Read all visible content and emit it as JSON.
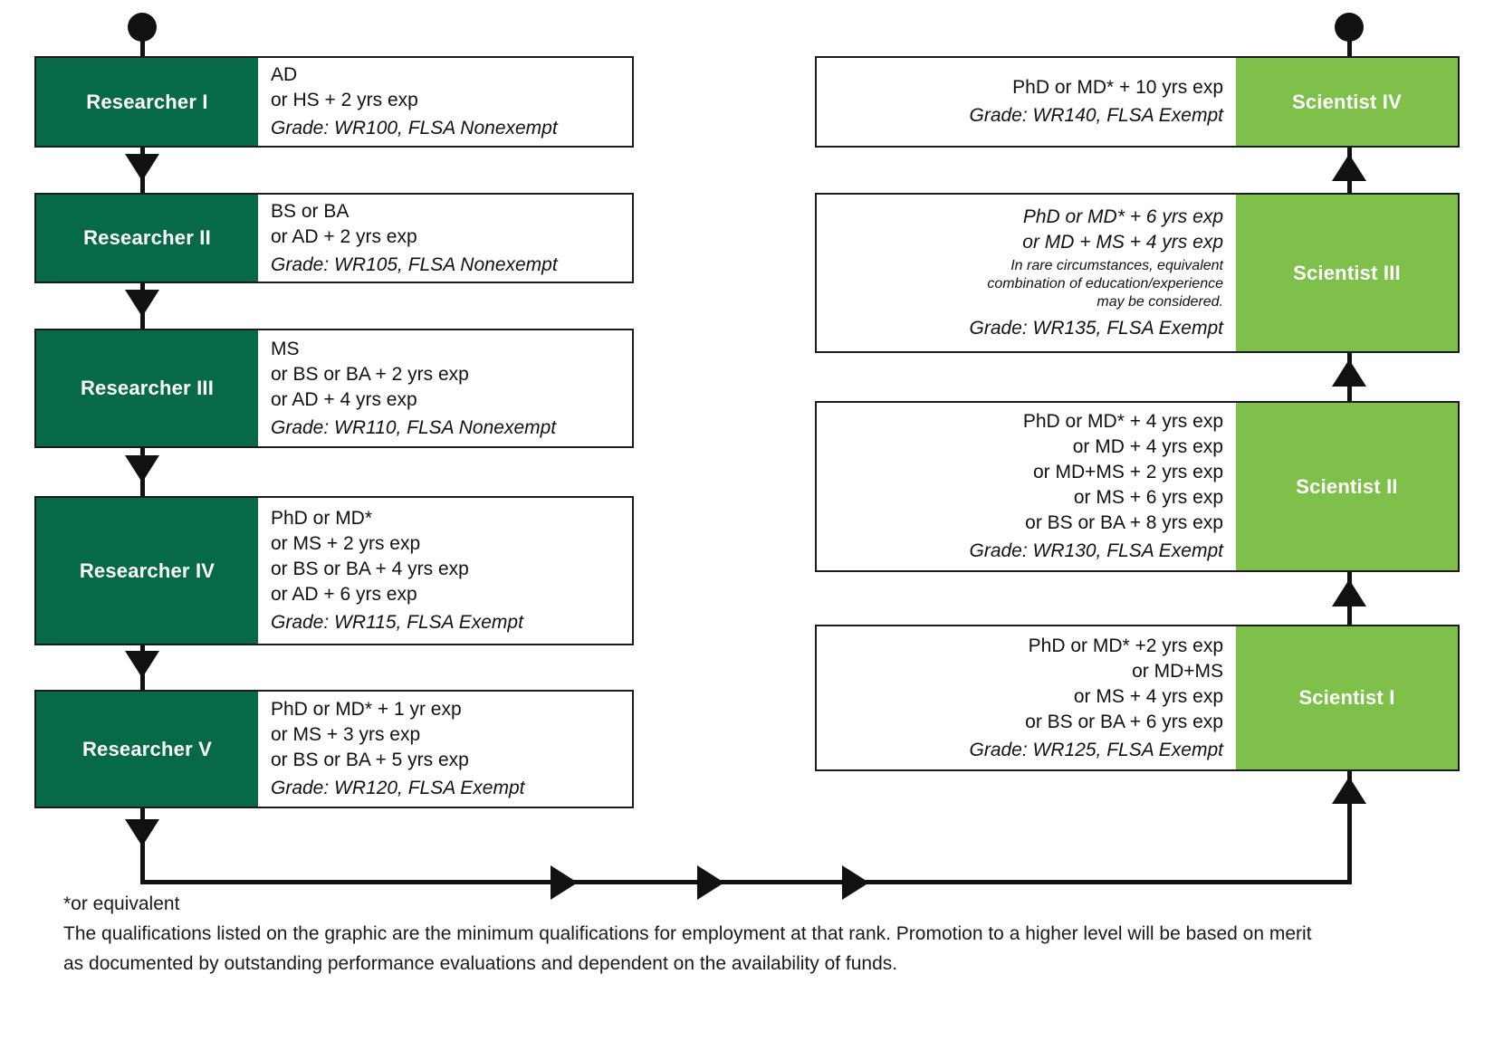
{
  "palette": {
    "researcher_green": "#066A46",
    "scientist_green": "#7FC04B",
    "line_ink": "#111111"
  },
  "researcher_track": [
    {
      "title": "Researcher I",
      "quals": [
        "AD",
        "or HS + 2 yrs exp"
      ],
      "grade": "Grade: WR100, FLSA Nonexempt"
    },
    {
      "title": "Researcher II",
      "quals": [
        "BS or BA",
        "or AD + 2 yrs exp"
      ],
      "grade": "Grade: WR105, FLSA Nonexempt"
    },
    {
      "title": "Researcher III",
      "quals": [
        "MS",
        "or BS or BA + 2 yrs exp",
        "or AD + 4 yrs exp"
      ],
      "grade": "Grade: WR110, FLSA Nonexempt"
    },
    {
      "title": "Researcher IV",
      "quals": [
        "PhD or MD*",
        "or MS + 2 yrs exp",
        "or BS or BA + 4 yrs exp",
        "or AD + 6 yrs exp"
      ],
      "grade": "Grade: WR115, FLSA Exempt"
    },
    {
      "title": "Researcher V",
      "quals": [
        "PhD or MD* + 1 yr exp",
        "or MS + 3 yrs exp",
        "or BS or BA + 5 yrs exp"
      ],
      "grade": "Grade: WR120, FLSA Exempt"
    }
  ],
  "scientist_track": [
    {
      "title": "Scientist IV",
      "quals": [
        "PhD or MD* + 10 yrs exp"
      ],
      "grade": "Grade: WR140, FLSA Exempt"
    },
    {
      "title": "Scientist III",
      "quals": [
        "PhD or MD* + 6 yrs exp",
        "or MD + MS + 4 yrs exp"
      ],
      "note": [
        "In rare circumstances, equivalent",
        "combination of education/experience",
        "may be considered."
      ],
      "grade": "Grade: WR135, FLSA Exempt"
    },
    {
      "title": "Scientist II",
      "quals": [
        "PhD or MD* + 4 yrs exp",
        "or MD + 4 yrs exp",
        "or MD+MS + 2 yrs exp",
        "or MS + 6 yrs exp",
        "or BS or BA + 8 yrs exp"
      ],
      "grade": "Grade: WR130, FLSA Exempt"
    },
    {
      "title": "Scientist I",
      "quals": [
        "PhD or MD* +2 yrs exp",
        "or MD+MS",
        "or MS + 4 yrs exp",
        "or BS or BA + 6 yrs exp"
      ],
      "grade": "Grade: WR125, FLSA Exempt"
    }
  ],
  "footnote": {
    "asterisk": "*or equivalent",
    "line1": "The qualifications listed on the graphic are the minimum qualifications for employment at that rank. Promotion to a higher level will be based on merit",
    "line2": "as documented by outstanding performance evaluations and dependent on the availability of funds."
  }
}
